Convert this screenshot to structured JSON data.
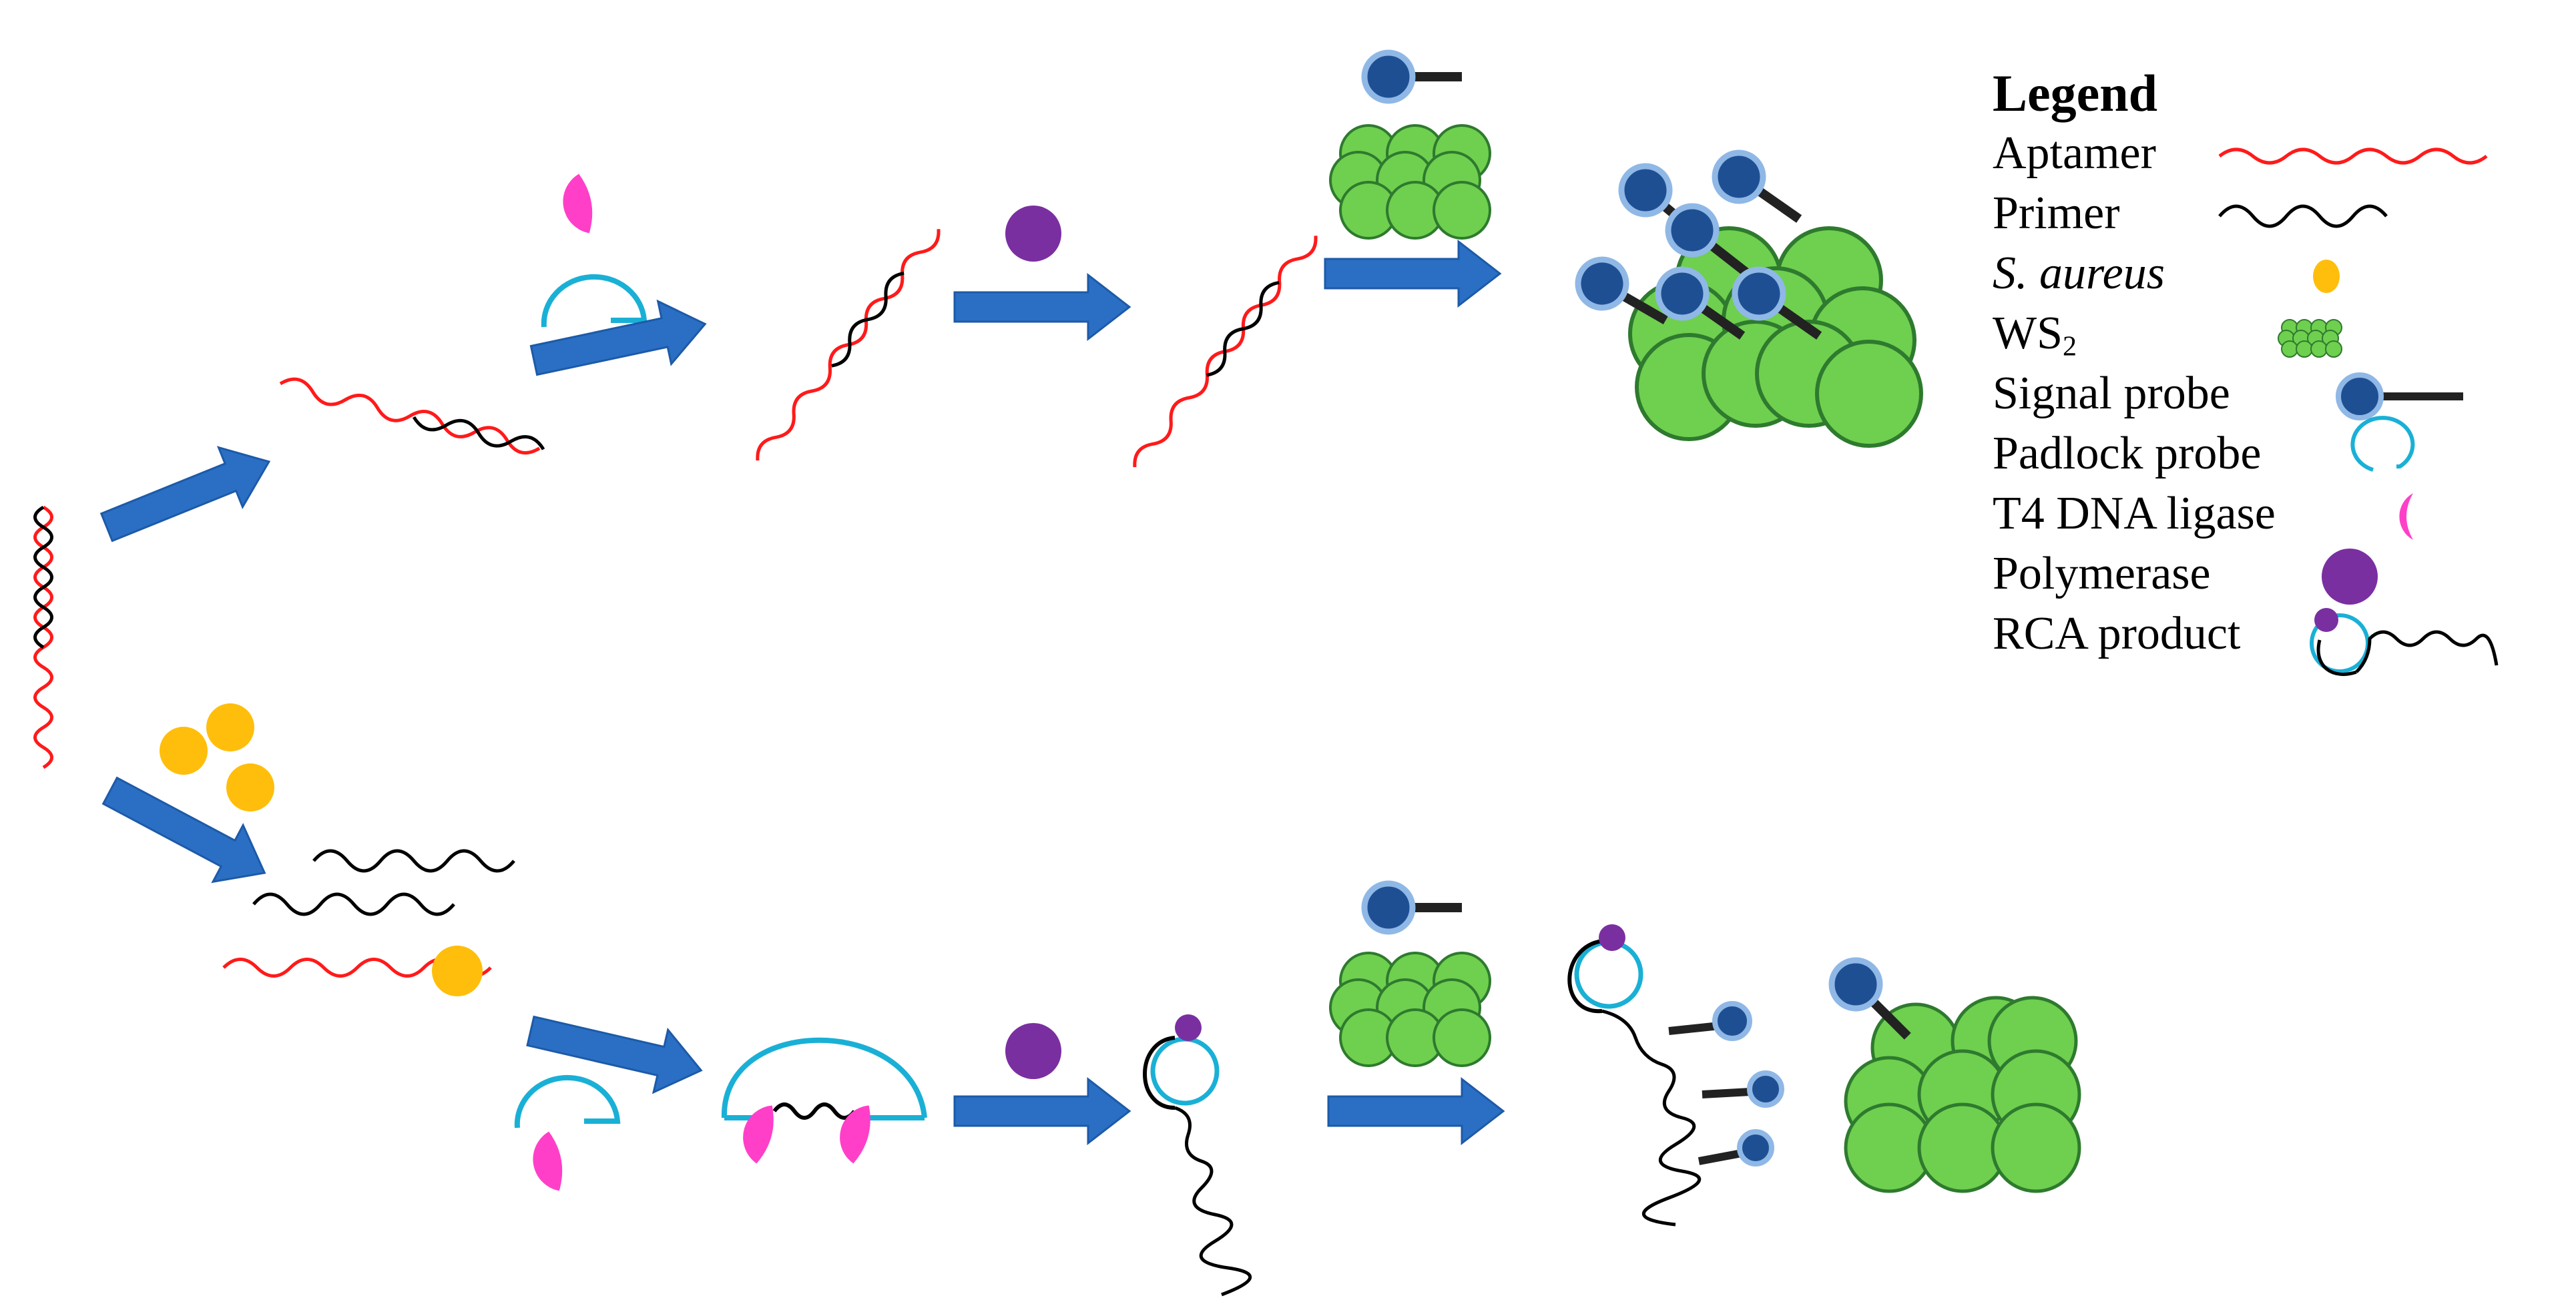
{
  "colors": {
    "arrow": "#2a6fc4",
    "aptamer": "#ff1a1a",
    "primer": "#000000",
    "s_aureus": "#ffbe0b",
    "ws2": "#6fcf4f",
    "signal_probe": "#1f4f93",
    "padlock_probe": "#1ab0d6",
    "ligase": "#ff3fc8",
    "polymerase": "#7a2fa0"
  },
  "legend": {
    "title": "Legend",
    "items": [
      {
        "label": "Aptamer",
        "icon": "red-wave-icon"
      },
      {
        "label": "Primer",
        "icon": "black-wave-icon"
      },
      {
        "label": "S. aureus",
        "icon": "yellow-dot-icon",
        "italic": true
      },
      {
        "label": "WS",
        "subscript": "2",
        "icon": "green-cluster-icon"
      },
      {
        "label": "Signal probe",
        "icon": "signal-probe-icon"
      },
      {
        "label": "Padlock probe",
        "icon": "padlock-icon"
      },
      {
        "label": "T4 DNA ligase",
        "icon": "ligase-icon"
      },
      {
        "label": "Polymerase",
        "icon": "polymerase-icon"
      },
      {
        "label": "RCA product",
        "icon": "rca-product-icon"
      }
    ]
  }
}
